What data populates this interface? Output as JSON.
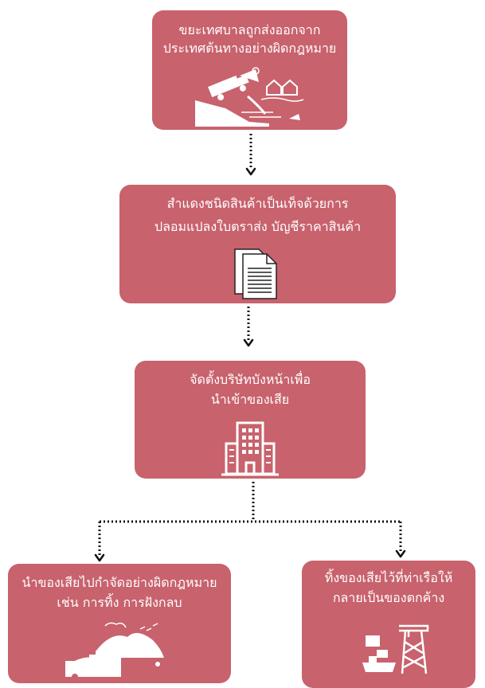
{
  "steps": [
    {
      "id": "step1",
      "lines": [
        "ขยะเทศบาลถูกส่งออกจาก",
        "ประเทศต้นทางอย่างผิดกฎหมาย"
      ],
      "icon": "truck-dumping-waste-icon"
    },
    {
      "id": "step2",
      "lines": [
        "สำแดงชนิดสินค้าเป็นเท็จด้วยการ",
        "ปลอมแปลงใบตราส่ง บัญชีราคาสินค้า"
      ],
      "icon": "documents-icon"
    },
    {
      "id": "step3",
      "lines": [
        "จัดตั้งบริษัทบังหน้าเพื่อ",
        "นำเข้าของเสีย"
      ],
      "icon": "office-building-icon"
    },
    {
      "id": "step4",
      "lines": [
        "นำของเสียไปกำจัดอย่างผิดกฎหมาย",
        "เช่น การทิ้ง การฝังกลบ"
      ],
      "icon": "garbage-truck-landfill-icon"
    },
    {
      "id": "step5",
      "lines": [
        "ทิ้งของเสียไว้ที่ท่าเรือให้",
        "กลายเป็นของตกค้าง"
      ],
      "icon": "port-crane-container-ship-icon"
    }
  ],
  "colors": {
    "box": "#c8626d",
    "text": "#ffffff",
    "arrow": "#000000"
  }
}
